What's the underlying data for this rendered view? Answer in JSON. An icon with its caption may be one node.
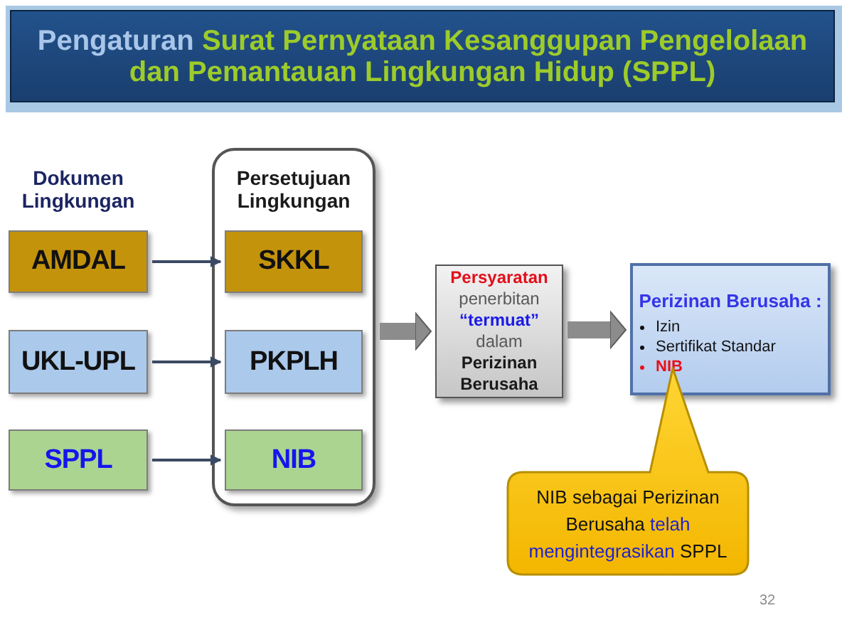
{
  "diagram": {
    "title": "Pengaturan Surat Pernyataan Kesanggupan Pengelolaan dan Pemantauan Lingkungan Hidup (SPPL)",
    "nodes": [
      {
        "text": [
          "AMDAL"
        ]
      },
      {
        "text": [
          "UKL-UPL"
        ]
      },
      {
        "text": [
          "SPPL"
        ]
      },
      {
        "text": [
          "Persetujuan Lingkungan"
        ]
      },
      {
        "text": [
          "SKKL"
        ],
        "in": 3
      },
      {
        "text": [
          "PKPLH"
        ],
        "in": 3
      },
      {
        "text": [
          "NIB"
        ],
        "in": 3
      },
      {
        "text": [
          "Persyaratan",
          "penerbitan",
          "“termuat”",
          "dalam",
          "Perizinan Berusaha"
        ]
      },
      {
        "text": [
          "Perizinan Berusaha :",
          "Izin",
          "Sertifikat Standar",
          "NIB"
        ]
      },
      {
        "text": [
          "NIB sebagai Perizinan Berusaha",
          "telah mengintegrasikan",
          "SPPL"
        ]
      }
    ],
    "edges": [
      {
        "from": 0,
        "to": 4,
        "arrow": "to"
      },
      {
        "from": 1,
        "to": 5,
        "arrow": "to"
      },
      {
        "from": 2,
        "to": 6,
        "arrow": "to"
      },
      {
        "from": 3,
        "to": 7,
        "arrow": "to",
        "style": "thick",
        "color": "#8c8c8c"
      },
      {
        "from": 7,
        "to": 8,
        "arrow": "to",
        "style": "thick",
        "color": "#8c8c8c"
      }
    ],
    "labels": [
      "Dokumen Lingkungan",
      "32"
    ]
  }
}
